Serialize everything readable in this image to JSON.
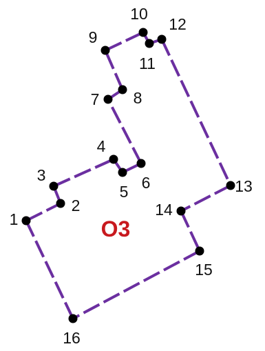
{
  "diagram": {
    "area_label": "O3",
    "area_label_color": "#c8191e",
    "line_color": "#6b2fa0",
    "point_color": "#000000",
    "points": [
      {
        "label": "1"
      },
      {
        "label": "2"
      },
      {
        "label": "3"
      },
      {
        "label": "4"
      },
      {
        "label": "5"
      },
      {
        "label": "6"
      },
      {
        "label": "7"
      },
      {
        "label": "8"
      },
      {
        "label": "9"
      },
      {
        "label": "10"
      },
      {
        "label": "11"
      },
      {
        "label": "12"
      },
      {
        "label": "13"
      },
      {
        "label": "14"
      },
      {
        "label": "15"
      },
      {
        "label": "16"
      }
    ]
  }
}
